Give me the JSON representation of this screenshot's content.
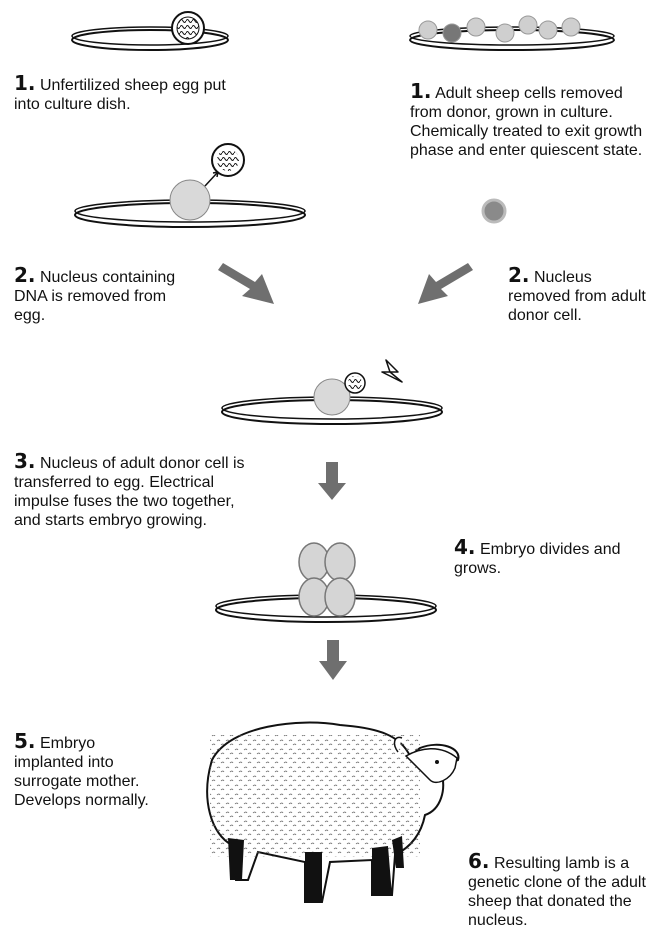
{
  "steps": {
    "egg_in_dish": {
      "number": "1.",
      "text": "Unfertilized sheep egg put into culture dish."
    },
    "donor_cells": {
      "number": "1.",
      "text": "Adult sheep cells removed from donor, grown in culture. Chemically treated to exit growth phase and enter quiescent state."
    },
    "egg_nucleus_out": {
      "number": "2.",
      "text": "Nucleus containing DNA is removed from egg."
    },
    "donor_nucleus_out": {
      "number": "2.",
      "text": "Nucleus removed from adult donor cell."
    },
    "fusion": {
      "number": "3.",
      "text": "Nucleus of adult donor cell is transferred to egg. Electrical impulse fuses the two together, and starts embryo growing."
    },
    "embryo_divides": {
      "number": "4.",
      "text": "Embryo divides and grows."
    },
    "implant": {
      "number": "5.",
      "text": "Embryo implanted into surrogate mother. Develops normally."
    },
    "clone_lamb": {
      "number": "6.",
      "text": "Resulting lamb is a genetic clone of the adult sheep that donated the nucleus."
    }
  },
  "colors": {
    "arrow": "#6f6f6f",
    "cell": "#d9d9d9",
    "ink": "#111111"
  }
}
